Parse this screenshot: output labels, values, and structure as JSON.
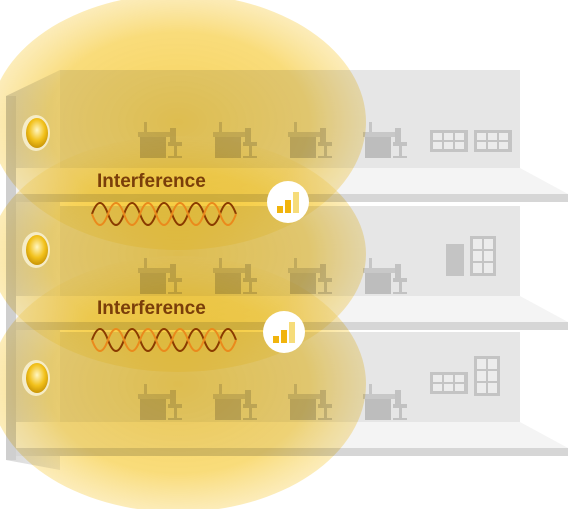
{
  "diagram": {
    "floors": [
      {
        "id": "top",
        "router": "router-icon",
        "coverage": "wifi-coverage-zone"
      },
      {
        "id": "middle",
        "router": "router-icon",
        "coverage": "wifi-coverage-zone"
      },
      {
        "id": "bottom",
        "router": "router-icon",
        "coverage": "wifi-coverage-zone"
      }
    ],
    "interference": [
      {
        "label": "Interference",
        "icon": "signal-strength-icon"
      },
      {
        "label": "Interference",
        "icon": "signal-strength-icon"
      }
    ],
    "furniture_icons": [
      "desk-chair-icon",
      "cabinet-icon"
    ],
    "colors": {
      "coverage": "#f5c518",
      "overlap": "#e2a612",
      "label": "#7a3e0a",
      "wave_dark": "#8a3b00",
      "wave_light": "#ea8a1c",
      "building": "#dedede",
      "slab": "#f3f3f3",
      "furniture": "#bdbdbd"
    }
  }
}
